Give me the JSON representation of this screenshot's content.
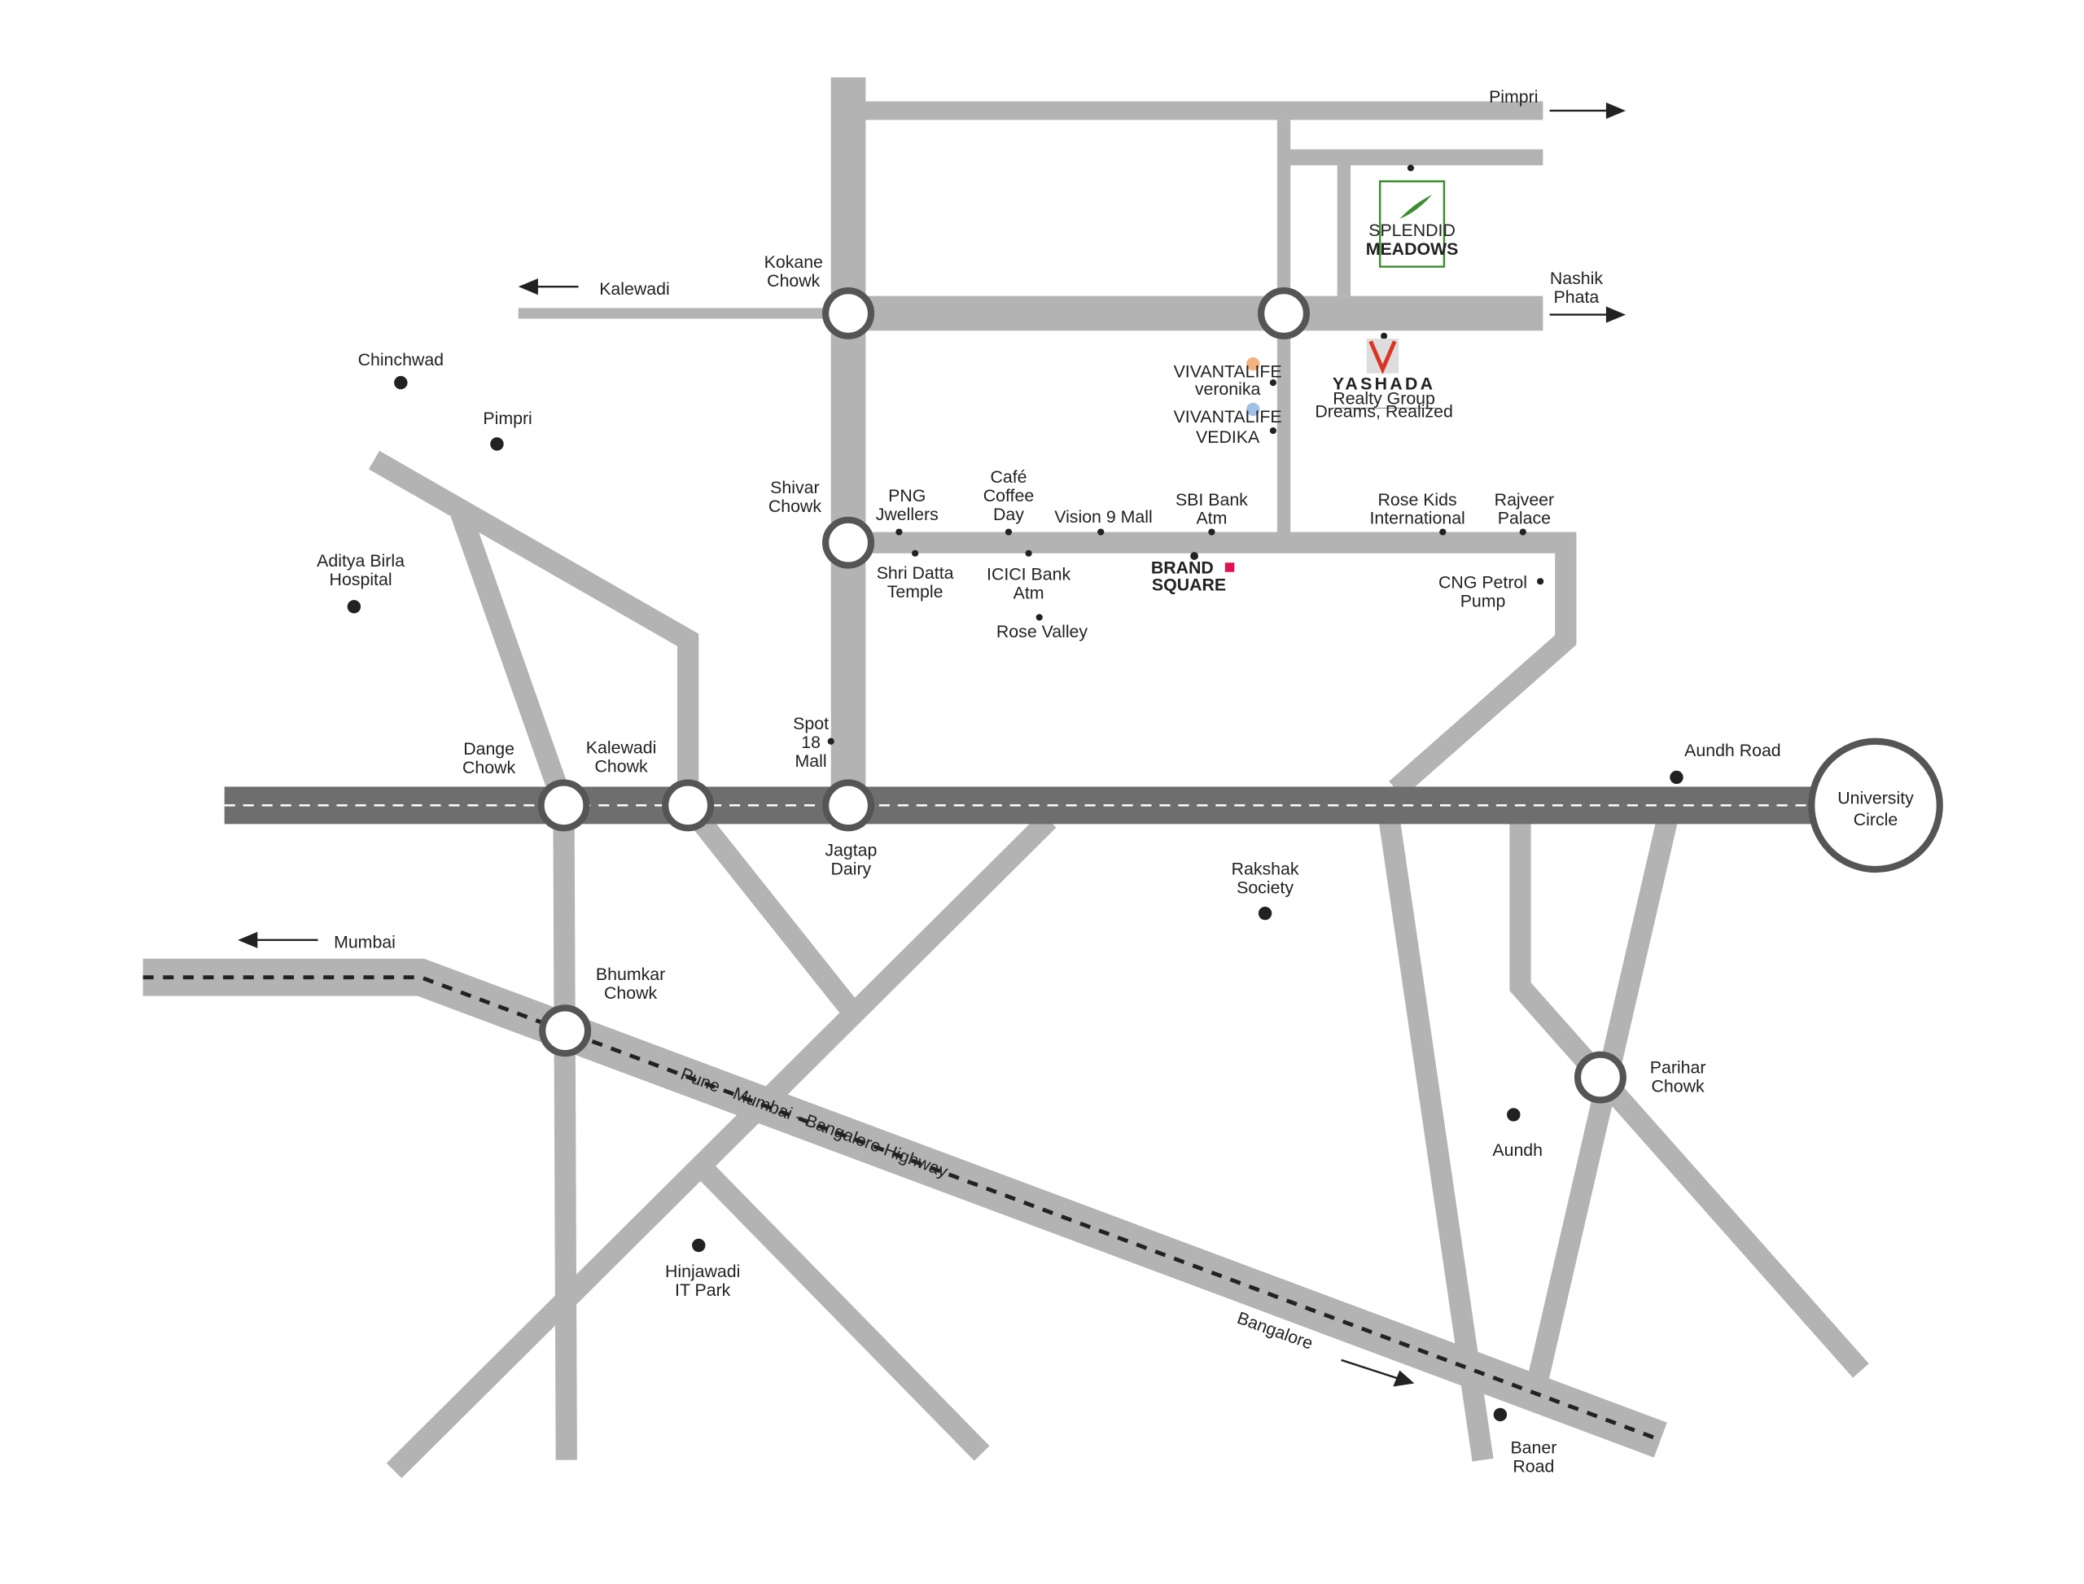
{
  "colors": {
    "road": "#b3b3b3",
    "main_road": "#6e6e6e",
    "junction": "#555555",
    "meadows": "#3e8e2f",
    "vedika": "#c2185b",
    "brand_red": "#e0134f"
  },
  "directions": {
    "pimpri_arrow": "Pimpri",
    "nashik": [
      "Nashik",
      "Phata"
    ],
    "kalewadi_arrow": "Kalewadi",
    "mumbai": "Mumbai",
    "bangalore": "Bangalore"
  },
  "junctions": {
    "kokane": [
      "Kokane",
      "Chowk"
    ],
    "shivar": [
      "Shivar",
      "Chowk"
    ],
    "dange": [
      "Dange",
      "Chowk"
    ],
    "kalewadi": [
      "Kalewadi",
      "Chowk"
    ],
    "jagtap": [
      "Jagtap",
      "Dairy"
    ],
    "bhumkar": [
      "Bhumkar",
      "Chowk"
    ],
    "parihar": [
      "Parihar",
      "Chowk"
    ],
    "university": [
      "University",
      "Circle"
    ]
  },
  "places": {
    "chinchwad": "Chinchwad",
    "pimpri": "Pimpri",
    "aditya": [
      "Aditya Birla",
      "Hospital"
    ],
    "png": [
      "PNG",
      "Jwellers"
    ],
    "cafe": [
      "Café",
      "Coffee",
      "Day"
    ],
    "vision": "Vision 9 Mall",
    "sbi": [
      "SBI Bank",
      "Atm"
    ],
    "rosekids": [
      "Rose Kids",
      "International"
    ],
    "rajveer": [
      "Rajveer",
      "Palace"
    ],
    "datta": [
      "Shri Datta",
      "Temple"
    ],
    "icici": [
      "ICICI Bank",
      "Atm"
    ],
    "rosevalley": "Rose Valley",
    "cng": [
      "CNG Petrol",
      "Pump"
    ],
    "spot18": [
      "Spot",
      "18",
      "Mall"
    ],
    "aundh_road": "Aundh Road",
    "rakshak": [
      "Rakshak",
      "Society"
    ],
    "aundh": "Aundh",
    "hinjawadi": [
      "Hinjawadi",
      "IT Park"
    ],
    "baner": [
      "Baner",
      "Road"
    ],
    "highway": "Pune - Mumbai - Bangalore Highway"
  },
  "logos": {
    "meadows": {
      "top": "SPLENDID",
      "main": "MEADOWS"
    },
    "veronika": {
      "top": "VIVANTALIFE",
      "main": "veronika"
    },
    "vedika": {
      "top": "VIVANTALIFE",
      "main": "VEDIKA"
    },
    "yashada": {
      "main": "YASHADA",
      "sub": "Realty Group",
      "tag": "Dreams, Realized"
    },
    "brand_square": {
      "top": "BRAND",
      "bottom": "SQUARE"
    }
  }
}
